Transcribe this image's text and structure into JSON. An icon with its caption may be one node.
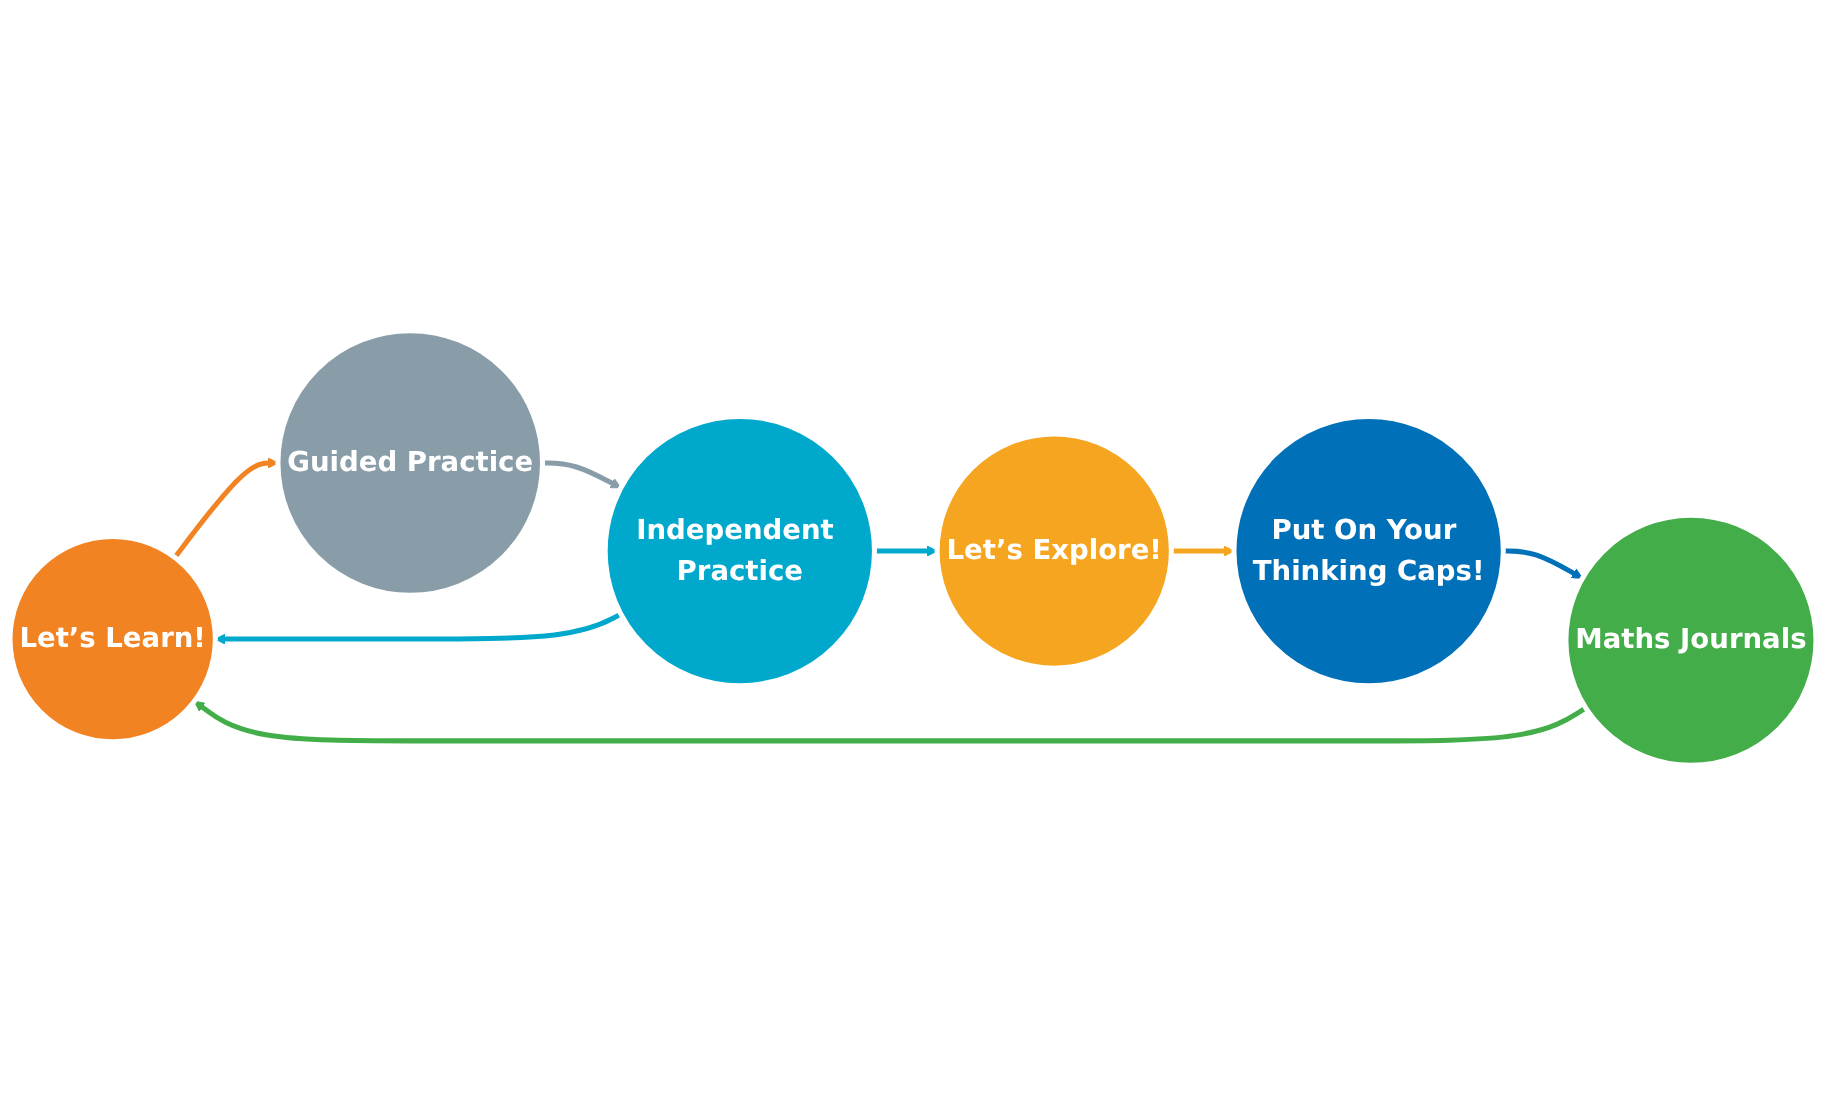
{
  "diagram": {
    "nodes": [
      {
        "text": [
          "Let’s Learn!"
        ]
      },
      {
        "text": [
          "Maths Journals"
        ]
      },
      {
        "text": [
          "Put On Your Thinking Caps!"
        ]
      },
      {
        "text": [
          "Guided Practice"
        ]
      },
      {
        "text": [
          "Independent Practice"
        ]
      },
      {
        "text": [
          "Let’s Explore!"
        ]
      }
    ],
    "edges": [
      {
        "from": 0,
        "to": 3,
        "arrow": "to",
        "color": "#f28322"
      },
      {
        "from": 3,
        "to": 4,
        "arrow": "to",
        "color": "#899da8"
      },
      {
        "from": 4,
        "to": 0,
        "arrow": "to",
        "color": "#00a9cc"
      },
      {
        "from": 4,
        "to": 5,
        "arrow": "to",
        "color": "#00a9cc"
      },
      {
        "from": 5,
        "to": 2,
        "arrow": "to",
        "color": "#f5a51f"
      },
      {
        "from": 2,
        "to": 1,
        "arrow": "to",
        "color": "#0070b8"
      },
      {
        "from": 1,
        "to": 0,
        "arrow": "to",
        "color": "#43ad4a"
      }
    ]
  }
}
